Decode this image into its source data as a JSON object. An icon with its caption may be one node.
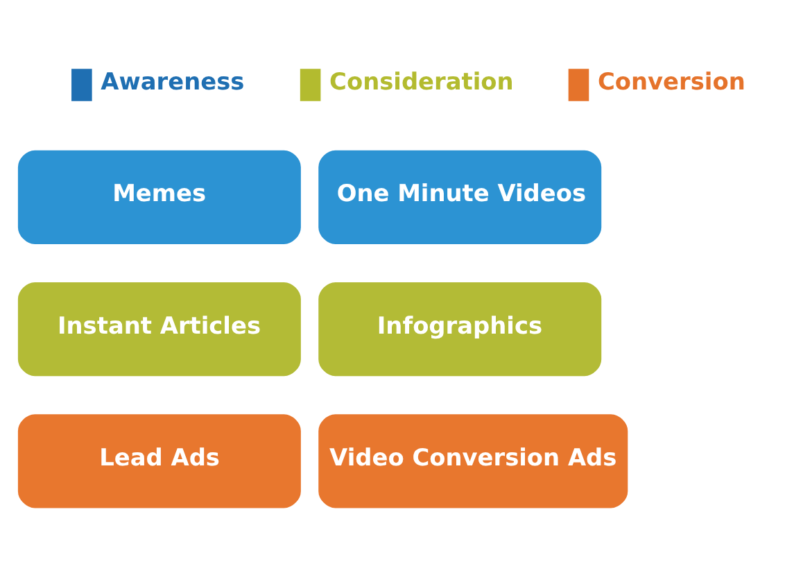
{
  "diagram": {
    "nodes": [
      {
        "text": [
          "Memes"
        ]
      },
      {
        "text": [
          "One Minute Videos"
        ]
      },
      {
        "text": [
          "Instant Articles"
        ]
      },
      {
        "text": [
          "Infographics"
        ]
      },
      {
        "text": [
          "Lead Ads"
        ]
      },
      {
        "text": [
          "Video Conversion Ads"
        ]
      }
    ],
    "legend": [
      {
        "text": "Awareness",
        "color": "#1f6fb2"
      },
      {
        "text": "Consideration",
        "color": "#b3bb2f"
      },
      {
        "text": "Conversion",
        "color": "#e5732b"
      }
    ]
  }
}
